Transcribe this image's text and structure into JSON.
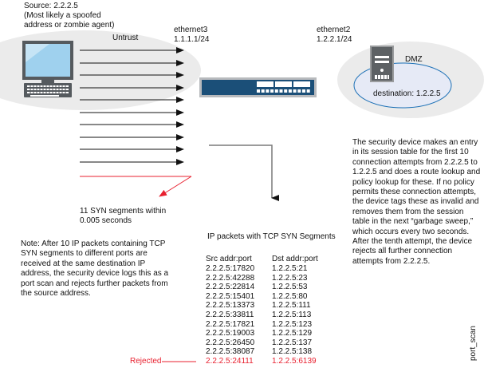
{
  "source": {
    "label": "Source: 2.2.2.5",
    "note_line1": "(Most likely a spoofed",
    "note_line2": "address or zombie agent)"
  },
  "zones": {
    "untrust": "Untrust",
    "dmz": "DMZ"
  },
  "interfaces": {
    "ethernet3": {
      "name": "ethernet3",
      "ip": "1.1.1.1/24"
    },
    "ethernet2": {
      "name": "ethernet2",
      "ip": "1.2.2.1/24"
    }
  },
  "destination": "destination: 1.2.2.5",
  "syn_caption": {
    "line1": "11 SYN segments within",
    "line2": "0.005 seconds"
  },
  "note": "Note: After 10 IP packets containing TCP SYN segments to different ports are received at the same destination IP address, the security device logs this as a port scan and rejects further packets from the source address.",
  "description": "The security device makes an entry in its session table for the first 10 connection attempts from 2.2.2.5 to 1.2.2.5 and does a route lookup and policy lookup for these. If no policy permits these connection attempts, the device tags these as invalid and removes them from the session table in the next “garbage sweep,” which occurs every two seconds. After the tenth attempt, the device rejects all further connection attempts from 2.2.2.5.",
  "packets": {
    "title": "IP packets with TCP SYN Segments",
    "headers": {
      "src": "Src addr:port",
      "dst": "Dst addr:port"
    },
    "rows": [
      {
        "src": "2.2.2.5:17820",
        "dst": "1.2.2.5:21"
      },
      {
        "src": "2.2.2.5:42288",
        "dst": "1.2.2.5:23"
      },
      {
        "src": "2.2.2.5:22814",
        "dst": "1.2.2.5:53"
      },
      {
        "src": "2.2.2.5:15401",
        "dst": "1.2.2.5:80"
      },
      {
        "src": "2.2.2.5:13373",
        "dst": "1.2.2.5:111"
      },
      {
        "src": "2.2.2.5:33811",
        "dst": "1.2.2.5:113"
      },
      {
        "src": "2.2.2.5:17821",
        "dst": "1.2.2.5:123"
      },
      {
        "src": "2.2.2.5:19003",
        "dst": "1.2.2.5:129"
      },
      {
        "src": "2.2.2.5:26450",
        "dst": "1.2.2.5:137"
      },
      {
        "src": "2.2.2.5:38087",
        "dst": "1.2.2.5:138"
      }
    ],
    "rejected_row": {
      "src": "2.2.2.5:24111",
      "dst": "1.2.2.5:6139"
    },
    "rejected_label": "Rejected"
  },
  "figure_id": "port_scan",
  "colors": {
    "zone_fill": "#ebebeb",
    "dmz_inner_fill": "#e6eaf6",
    "dmz_inner_stroke": "#1a6fb5",
    "device_body": "#1b4f78",
    "device_frame": "#b8babd",
    "reject_red": "#e8202f",
    "arrow_gray": "#7a7a7a",
    "screen_blue": "#9fd1ee"
  }
}
